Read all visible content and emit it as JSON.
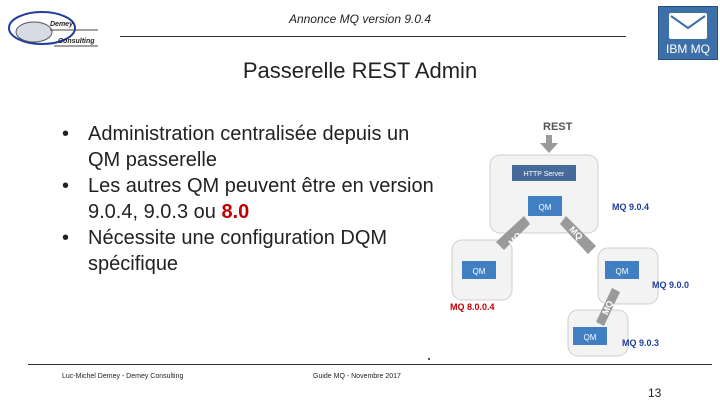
{
  "header": {
    "logo_left_line1": "Demey",
    "logo_left_line2": "Consulting",
    "top_title": "Annonce MQ version 9.0.4",
    "ibm_logo_text": "IBM MQ"
  },
  "slide": {
    "title": "Passerelle REST Admin",
    "bullets": [
      {
        "text": "Administration centralisée depuis un QM passerelle"
      },
      {
        "text_before": "Les autres QM peuvent être en version 9.0.4, 9.0.3 ou ",
        "text_highlight": "8.0"
      },
      {
        "text": "Nécessite une configuration DQM spécifique"
      }
    ],
    "bullet_glyph": "•"
  },
  "diagram": {
    "rest_label": "REST",
    "http_server_label": "HTTP Server",
    "qm_label": "QM",
    "link_label": "MQ",
    "versions": {
      "center": "MQ 9.0.4",
      "left": "MQ 8.0.0.4",
      "right": "MQ 9.0.0",
      "bottom": "MQ 9.0.3"
    }
  },
  "footer": {
    "left": "Luc-Michel Demey - Demey Consulting",
    "mid": "Guide MQ - Novembre 2017",
    "page": "13"
  },
  "colors": {
    "accent_red": "#c00000",
    "label_blue": "#1f3e9c",
    "qm_box": "#3f7fc2",
    "http_box": "#456b9a",
    "ibm_blue": "#3d6fa8"
  }
}
